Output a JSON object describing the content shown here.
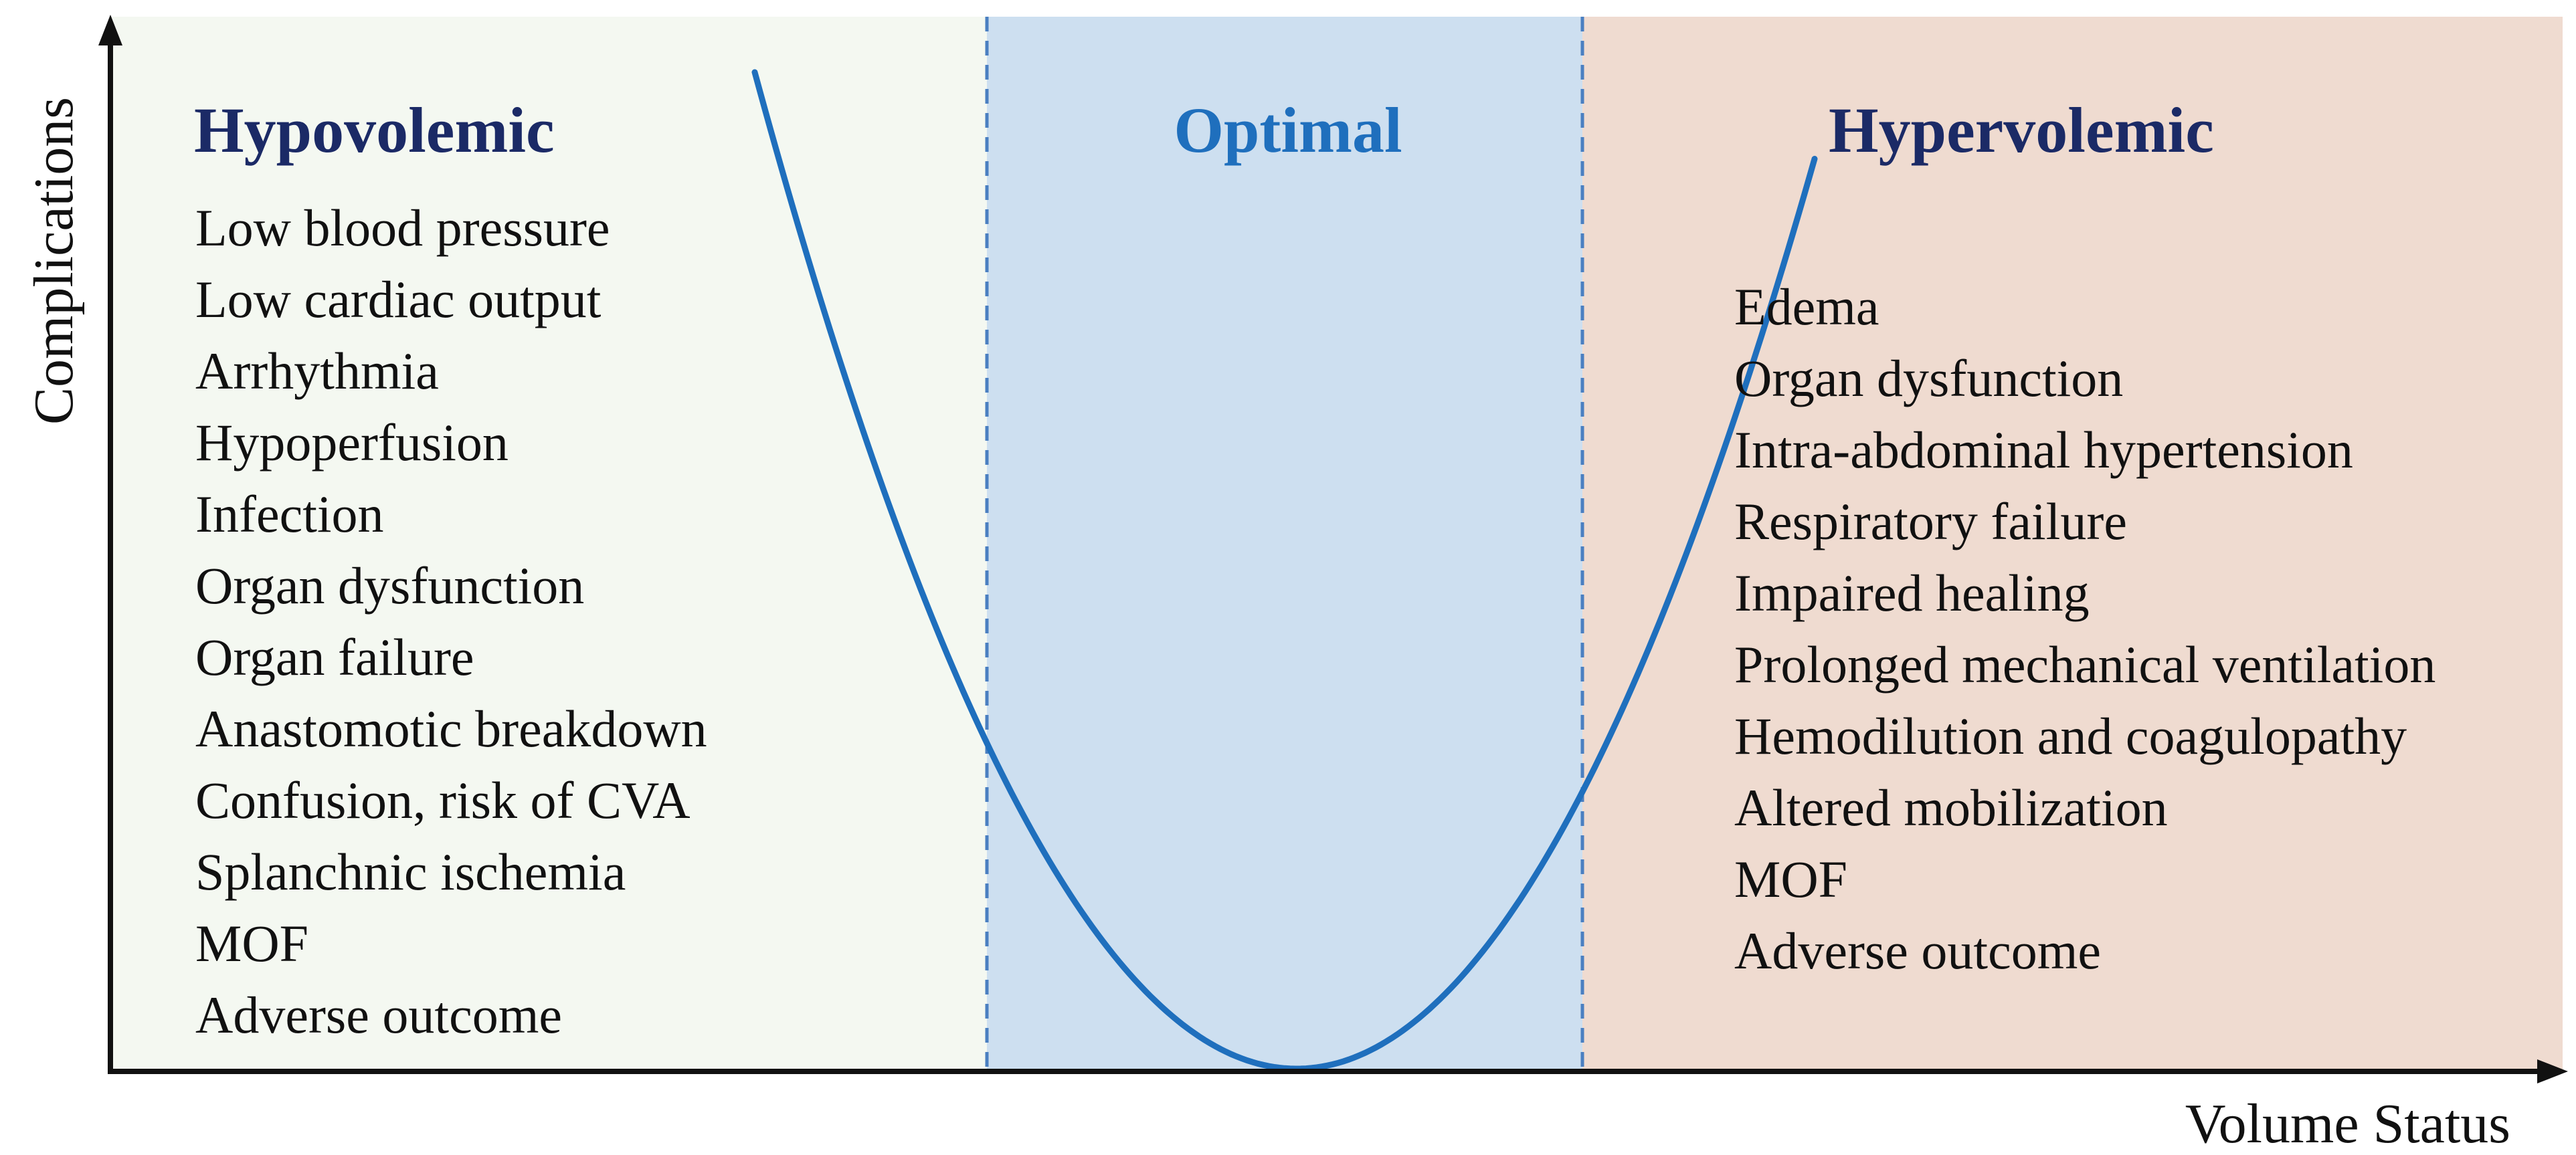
{
  "axes": {
    "y_label": "Complications",
    "x_label": "Volume Status"
  },
  "colors": {
    "hypovolemic_bg": "#f4f8f1",
    "optimal_bg": "#cddff0",
    "hypervolemic_bg": "#efdbd0",
    "curve": "#1f6fbd",
    "divider": "#4a7fc1",
    "dark_title": "#1b2a66",
    "optimal_title": "#1f6fbd",
    "axis": "#111111"
  },
  "zones": {
    "hypovolemic": {
      "title": "Hypovolemic",
      "items": [
        "Low blood pressure",
        "Low cardiac output",
        "Arrhythmia",
        "Hypoperfusion",
        "Infection",
        "Organ dysfunction",
        "Organ failure",
        "Anastomotic breakdown",
        "Confusion, risk of CVA",
        "Splanchnic ischemia",
        "MOF",
        "Adverse outcome"
      ]
    },
    "optimal": {
      "title": "Optimal"
    },
    "hypervolemic": {
      "title": "Hypervolemic",
      "items": [
        "Edema",
        "Organ dysfunction",
        "Intra-abdominal hypertension",
        "Respiratory failure",
        "Impaired healing",
        "Prolonged mechanical ventilation",
        "Hemodilution and coagulopathy",
        "Altered mobilization",
        "MOF",
        "Adverse outcome"
      ]
    }
  }
}
